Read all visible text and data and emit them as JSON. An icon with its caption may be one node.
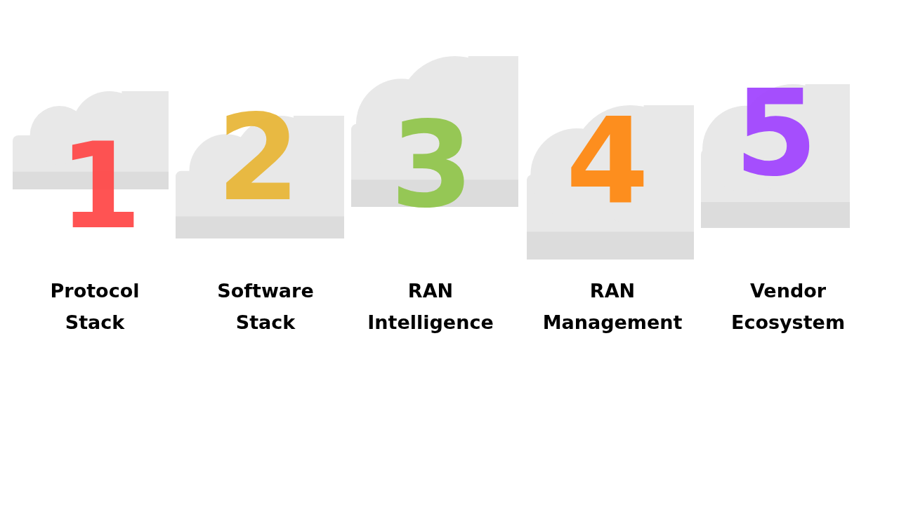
{
  "diagram": {
    "nodes": [
      {
        "text": [
          "1"
        ]
      },
      {
        "text": [
          "2"
        ]
      },
      {
        "text": [
          "3"
        ]
      },
      {
        "text": [
          "4"
        ]
      },
      {
        "text": [
          "5"
        ]
      }
    ],
    "labels": [
      "Protocol Stack",
      "Software Stack",
      "RAN Intelligence",
      "RAN Management",
      "Vendor Ecosystem"
    ]
  }
}
